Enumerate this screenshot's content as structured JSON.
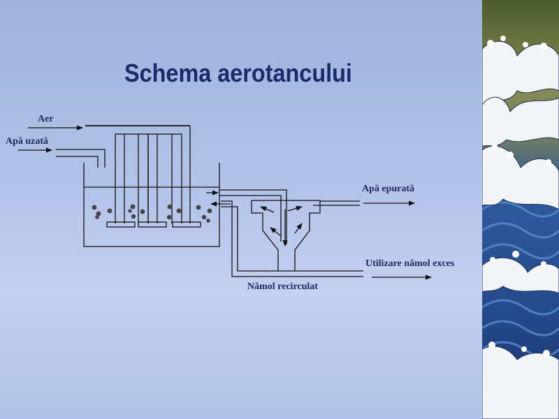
{
  "slide": {
    "title": "Schema aerotancului"
  },
  "diagram": {
    "labels": {
      "air": "Aer",
      "wastewater": "Apă uzată",
      "treated_water": "Apă epurată",
      "excess_sludge": "Utilizare nămol exces",
      "recirculated_sludge": "Nămol recirculat"
    }
  },
  "decoration": {
    "icon": "ocean-wave-art",
    "colors": {
      "top_band": "#5e6e38",
      "mid_band": "#8a8d52",
      "sea": "#2f5b9e",
      "deep_sea": "#18306a",
      "foam": "#f2f4f6",
      "title": "#1b2a6b"
    }
  }
}
